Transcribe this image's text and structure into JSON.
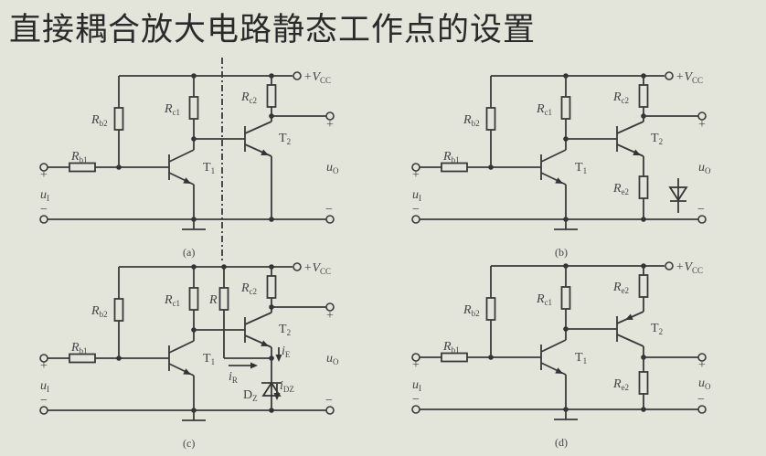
{
  "title": "直接耦合放大电路静态工作点的设置",
  "common": {
    "R": "R",
    "b1": "b1",
    "b2": "b2",
    "c1": "c1",
    "c2": "c2",
    "e2": "e2",
    "T": "T",
    "one": "1",
    "two": "2",
    "u": "u",
    "I": "I",
    "O": "O",
    "vcc_prefix": "+V",
    "CC": "CC",
    "plus": "+",
    "minus": "−"
  },
  "panels": [
    {
      "id": "a",
      "caption": "(a)",
      "variant": "dashdot-split"
    },
    {
      "id": "b",
      "caption": "(b)",
      "variant": "emitter-resistor-diode"
    },
    {
      "id": "c",
      "caption": "(c)",
      "variant": "zener-emitter",
      "extra": {
        "R": "R",
        "i": "i",
        "E": "E",
        "Rsub": "R",
        "D": "D",
        "Z": "Z",
        "DZ": "DZ"
      }
    },
    {
      "id": "d",
      "caption": "(d)",
      "variant": "pnp-second-stage"
    }
  ],
  "colors": {
    "background": "#e3e5db",
    "wire": "#3a3a3a",
    "text": "#444444"
  }
}
